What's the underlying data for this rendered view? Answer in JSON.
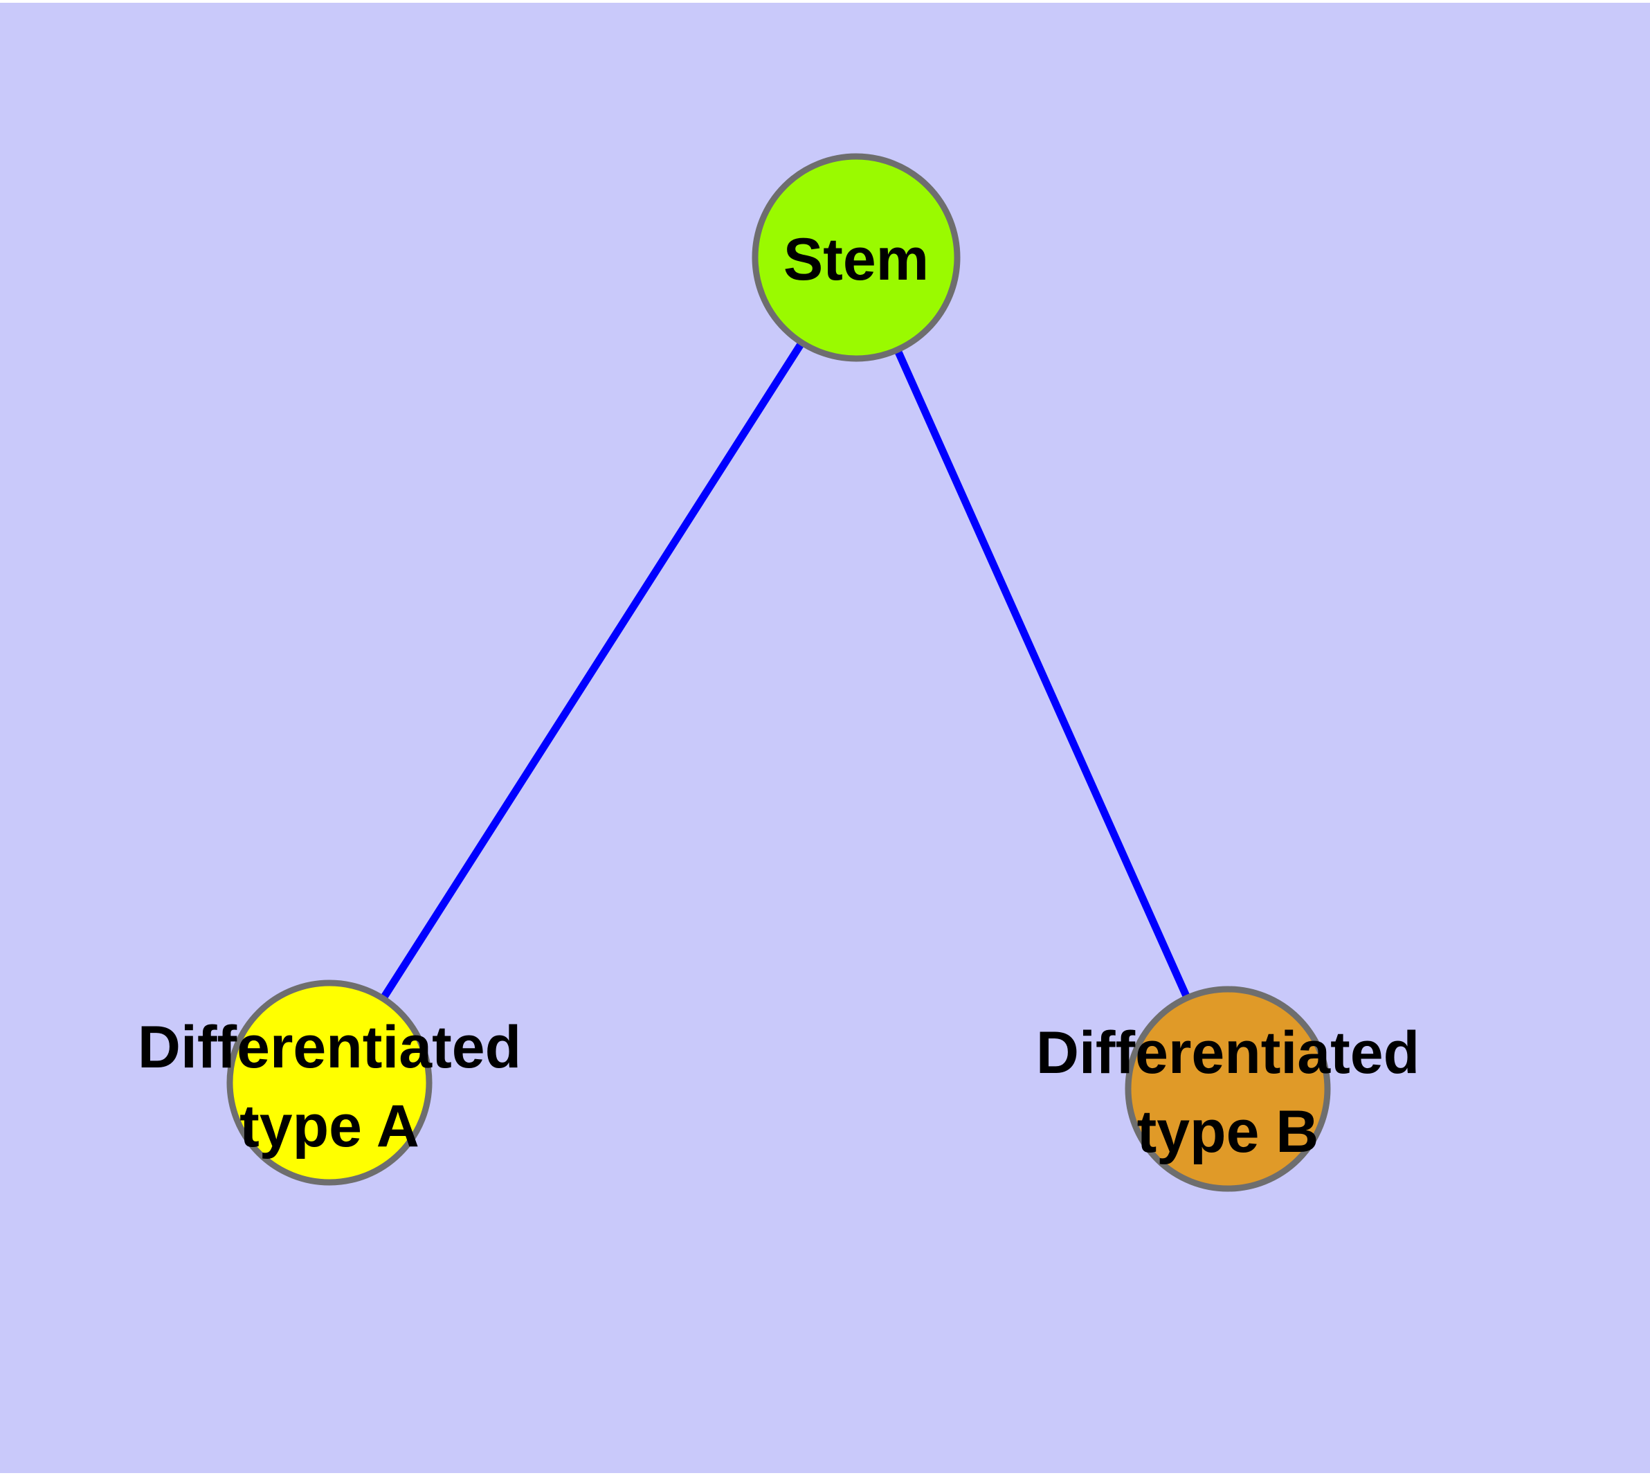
{
  "diagram": {
    "type": "node-link-graph",
    "title": "",
    "colors": {
      "page_background": "#FFFFFF",
      "plot_background": "#C9C9FA",
      "edge": "#0000FF",
      "node_border": "#6E6E6E",
      "label_text": "#000000",
      "stem_fill": "#9AFA00",
      "type_a_fill": "#FFFF00",
      "type_b_fill": "#E09A28"
    },
    "nodes": [
      {
        "id": "stem",
        "label": "Stem",
        "label_line1": "Stem",
        "label_line2": "",
        "color": "#9AFA00"
      },
      {
        "id": "differentiated-type-a",
        "label": "Differentiated type A",
        "label_line1": "Differentiated",
        "label_line2": "type A",
        "color": "#FFFF00"
      },
      {
        "id": "differentiated-type-b",
        "label": "Differentiated type B",
        "label_line1": "Differentiated",
        "label_line2": "type B",
        "color": "#E09A28"
      }
    ],
    "edges": [
      {
        "from": "Stem",
        "to": "Differentiated type A"
      },
      {
        "from": "Stem",
        "to": "Differentiated type B"
      }
    ]
  }
}
